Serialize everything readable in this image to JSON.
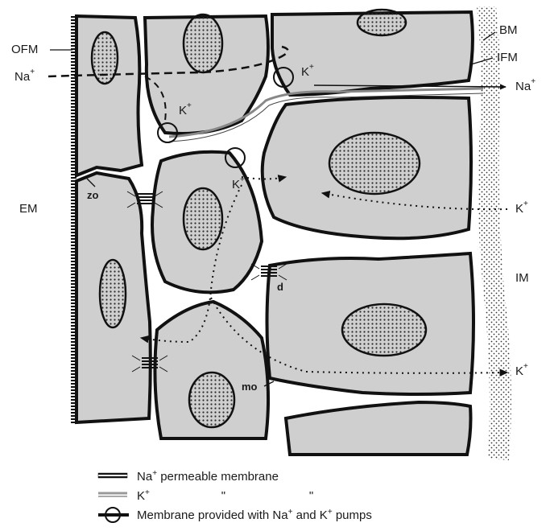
{
  "labels": {
    "ofm": "OFM",
    "na_in": "Na",
    "na_out": "Na",
    "bm": "BM",
    "ifm": "IFM",
    "em": "EM",
    "im": "IM",
    "k_top": "K",
    "k_mid": "K",
    "k_low": "K",
    "k_right1": "K",
    "k_right2": "K",
    "zo": "zo",
    "d": "d",
    "mo": "mo",
    "plus": "+"
  },
  "legend": {
    "na_label": "Na",
    "na_text": "permeable membrane",
    "k_label": "K",
    "k_ditto1": "\"",
    "k_ditto2": "\"",
    "pump_text_a": "Membrane provided with Na",
    "pump_text_b": "and K",
    "pump_text_c": "pumps"
  },
  "colors": {
    "cell_fill": "#cfcfcf",
    "membrane": "#111111",
    "nucleus_fill": "#bdbdbd",
    "dots": "#2a2a2a"
  }
}
